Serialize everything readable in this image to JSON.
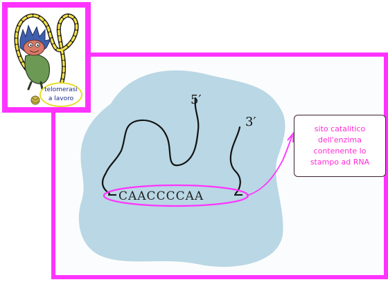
{
  "diagram": {
    "five_prime_label": "5′",
    "three_prime_label": "3′",
    "template_sequence": "CAACCCCAA",
    "callout_lines": [
      "sito catalitico",
      "dell'enzima",
      "contenente lo",
      "stampo ad RNA"
    ]
  },
  "mascot": {
    "caption_lines": [
      "telomerasi",
      "a lavoro"
    ]
  },
  "colors": {
    "frame": "#ff33ff",
    "enzyme_blob": "#b9d7e4",
    "callout_text": "#ff2ad4",
    "caption_text": "#1a2a8a"
  }
}
